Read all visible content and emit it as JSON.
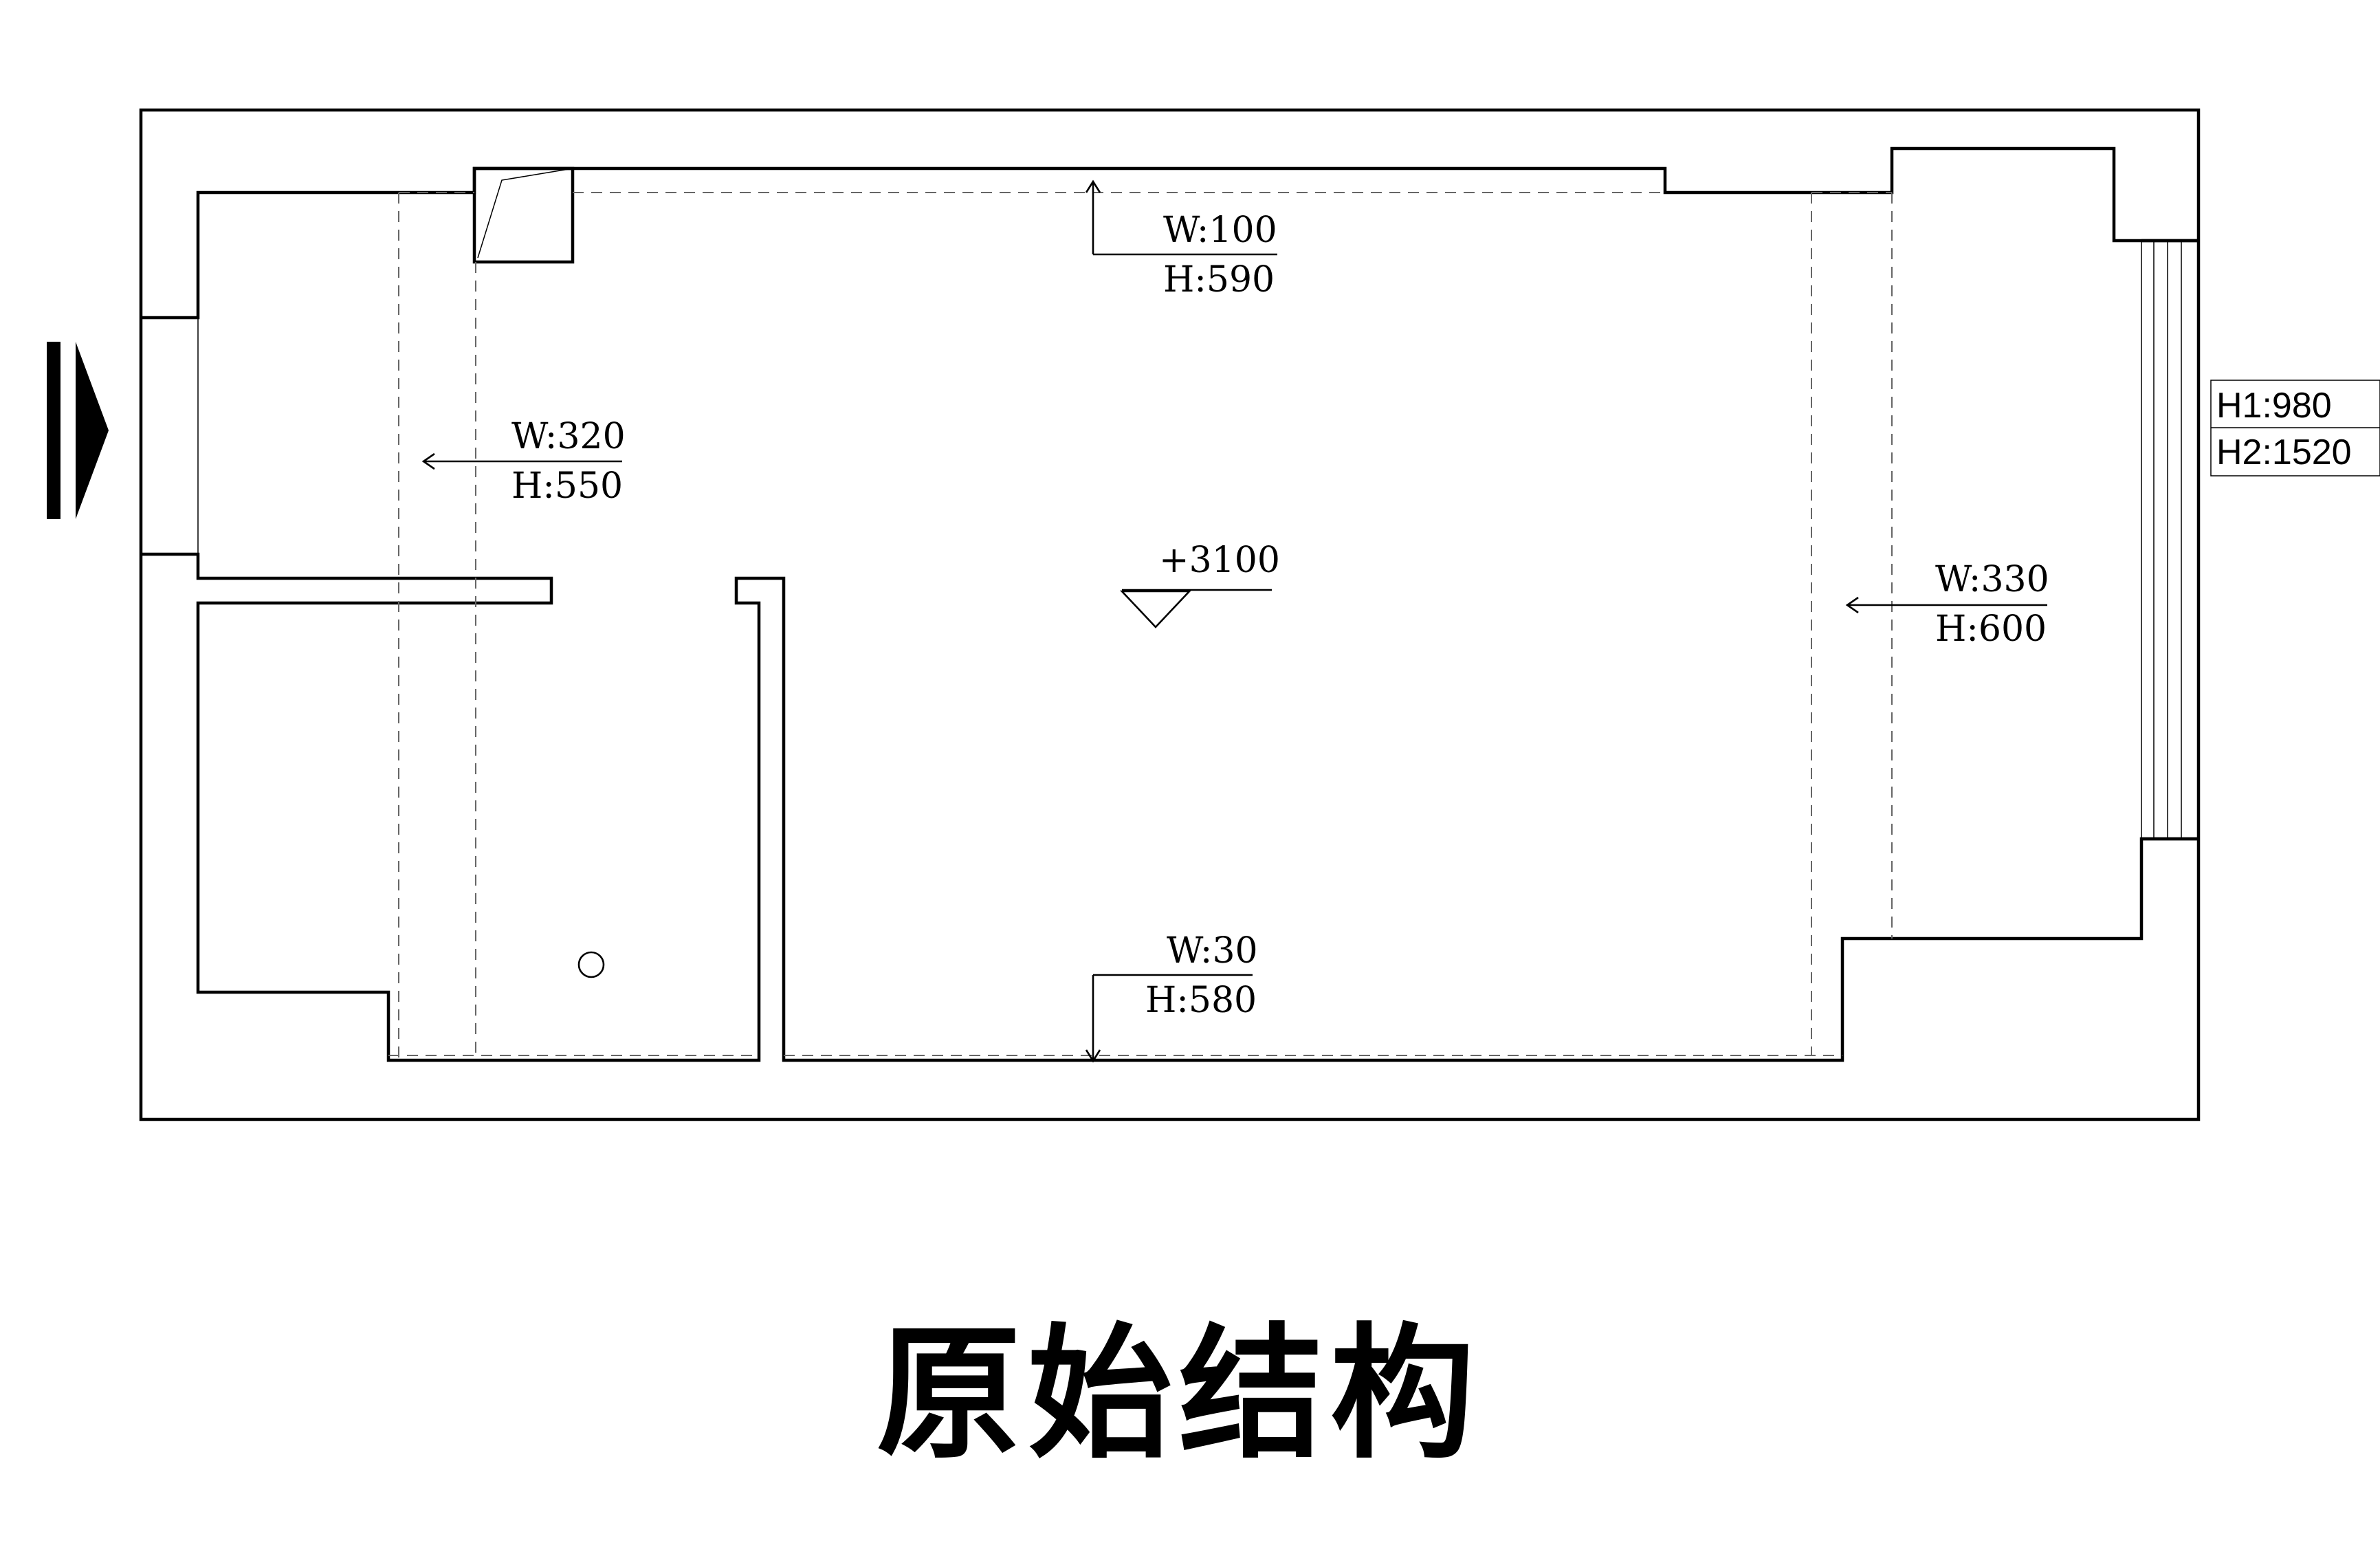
{
  "title": "原始结构",
  "elevation": "+3100",
  "openings": [
    {
      "w": "W:100",
      "h": "H:590"
    },
    {
      "w": "W:320",
      "h": "H:550"
    },
    {
      "w": "W:330",
      "h": "H:600"
    },
    {
      "w": "W:30",
      "h": "H:580"
    }
  ],
  "window_heights": {
    "h1": "H1:980",
    "h2": "H2:1520"
  },
  "icons": {
    "entry": "entrance-arrow-icon",
    "elevation": "elevation-marker-icon",
    "drain": "floor-drain-icon",
    "shaft": "pipe-shaft-icon"
  }
}
